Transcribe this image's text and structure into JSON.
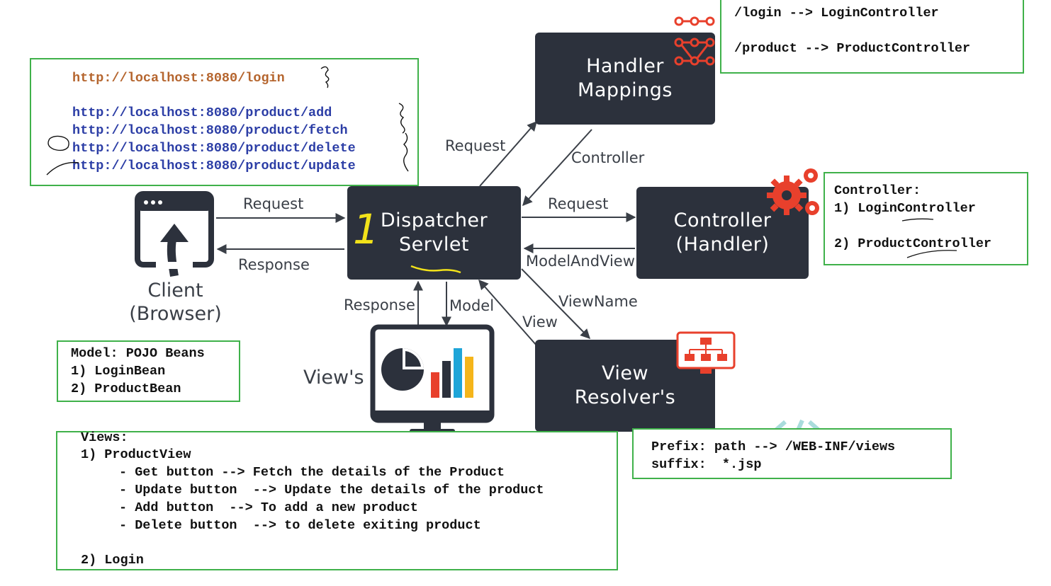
{
  "url_note": {
    "login": "http://localhost:8080/login",
    "product_urls": [
      "http://localhost:8080/product/add",
      "http://localhost:8080/product/fetch",
      "http://localhost:8080/product/delete",
      "http://localhost:8080/product/update"
    ],
    "login_color": "#b5652e",
    "product_color": "#2c3ea6"
  },
  "mapping_note": {
    "lines": [
      "/login --> LoginController",
      "/product --> ProductController"
    ]
  },
  "controller_note": {
    "title": "Controller:",
    "items": [
      "1) LoginController",
      "2) ProductController"
    ]
  },
  "model_note": {
    "title": "Model: POJO Beans",
    "items": [
      "1) LoginBean",
      "2) ProductBean"
    ]
  },
  "resolver_note": {
    "lines": [
      "Prefix: path --> /WEB-INF/views",
      "suffix:  *.jsp"
    ]
  },
  "views_note": {
    "title": "Views:",
    "product_view": "1) ProductView",
    "buttons": [
      "- Get button --> Fetch the details of the Product",
      "- Update button  --> Update the details of the product",
      "- Add button  --> To add a new product",
      "- Delete button  --> to delete exiting product"
    ],
    "login": "2) Login"
  },
  "nodes": {
    "handler_mappings": [
      "Handler",
      "Mappings"
    ],
    "dispatcher": [
      "Dispatcher",
      "Servlet"
    ],
    "controller": [
      "Controller",
      "(Handler)"
    ],
    "view_resolver": [
      "View",
      "Resolver's"
    ],
    "client": [
      "Client",
      "(Browser)"
    ],
    "views": "View's"
  },
  "edges": {
    "client_request": "Request",
    "client_response": "Response",
    "to_handler_request": "Request",
    "handler_controller": "Controller",
    "to_controller_request": "Request",
    "model_and_view": "ModelAndView",
    "view_name": "ViewName",
    "view": "View",
    "response": "Response",
    "model": "Model"
  },
  "annotations": {
    "number_one": "1"
  },
  "colors": {
    "box_dark": "#2c313c",
    "note_border": "#3fb14a",
    "accent_red": "#e8402c",
    "annotation_yellow": "#f2e21a"
  },
  "icons": [
    "browser-icon",
    "network-nodes-icon",
    "gears-icon",
    "org-chart-monitor-icon",
    "code-brackets-icon",
    "dashboard-monitor-icon"
  ]
}
